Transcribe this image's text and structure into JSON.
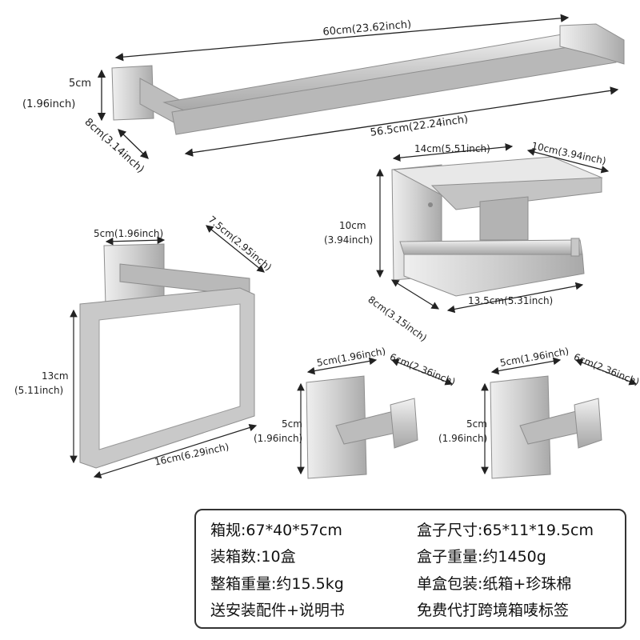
{
  "products": {
    "towel_bar": {
      "total_length": "60cm(23.62inch)",
      "inner_length": "56.5cm(22.24inch)",
      "height_cm": "5cm",
      "height_in": "(1.96inch)",
      "depth": "8cm(3.14inch)"
    },
    "paper_holder": {
      "width": "14cm(5.51inch)",
      "shelf_depth": "10cm(3.94inch)",
      "height_cm": "10cm",
      "height_in": "(3.94inch)",
      "depth": "8cm(3.15inch)",
      "bar_length": "13.5cm(5.31inch)"
    },
    "towel_ring": {
      "base": "5cm(1.96inch)",
      "depth": "7.5cm(2.95inch)",
      "height_cm": "13cm",
      "height_in": "(5.11inch)",
      "width": "16cm(6.29inch)"
    },
    "hook_1": {
      "base": "5cm(1.96inch)",
      "depth": "6cm(2.36inch)",
      "height_cm": "5cm",
      "height_in": "(1.96inch)"
    },
    "hook_2": {
      "base": "5cm(1.96inch)",
      "depth": "6cm(2.36inch)",
      "height_cm": "5cm",
      "height_in": "(1.96inch)"
    }
  },
  "specs": {
    "carton_size": "箱规:67*40*57cm",
    "box_size": "盒子尺寸:65*11*19.5cm",
    "box_count": "装箱数:10盒",
    "box_weight": "盒子重量:约1450g",
    "carton_weight": "整箱重量:约15.5kg",
    "packaging": "单盒包装:纸箱+珍珠棉",
    "accessories": "送安装配件+说明书",
    "label_service": "免费代打跨境箱唛标签"
  }
}
